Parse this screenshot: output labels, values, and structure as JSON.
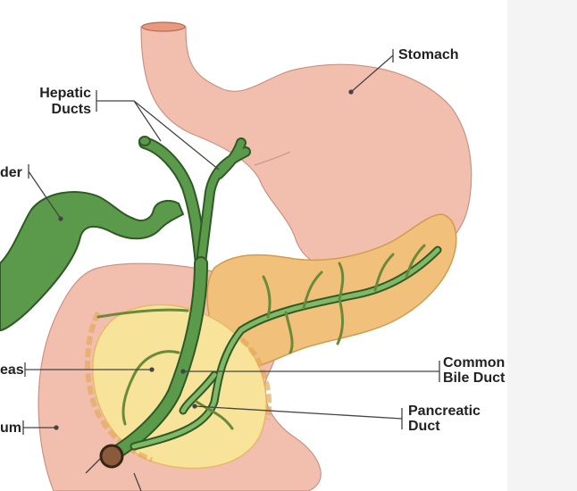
{
  "labels": {
    "stomach": "Stomach",
    "hepatic_line1": "Hepatic",
    "hepatic_line2": "Ducts",
    "gallbladder_partial": "der",
    "pancreas_partial": "eas",
    "common_line1": "Common",
    "common_line2": "Bile Duct",
    "pancreatic_line1": "Pancreatic",
    "pancreatic_line2": "Duct",
    "duodenum_partial": "um"
  },
  "colors": {
    "stomach_fill": "#f2bfae",
    "stomach_stroke": "#9b6a5e",
    "duct_green": "#5b9a4a",
    "duct_stroke": "#2f5a25",
    "pancreas_fill": "#f1c07a",
    "pancreas_stroke": "#d39a4e",
    "pancreas_head": "#f7e49a",
    "label_line": "#444444",
    "background": "#ffffff"
  }
}
